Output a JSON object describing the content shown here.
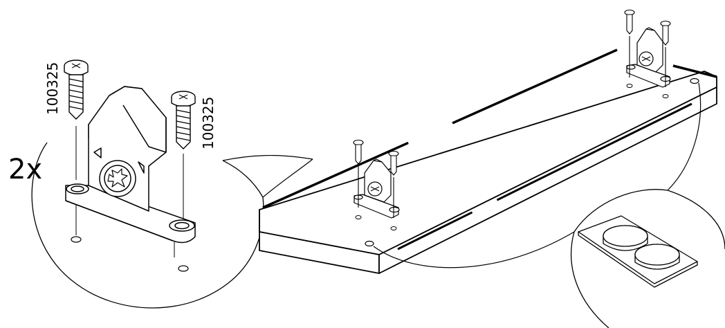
{
  "quantity_label": "2x",
  "part_number_left": "100325",
  "part_number_right": "100325",
  "colors": {
    "line": "#000000",
    "fill": "#ffffff",
    "shade": "#e8e8e8",
    "dark_shade": "#bdbdbd"
  },
  "icons": [
    "screw-icon",
    "bracket-icon",
    "felt-pad-icon"
  ]
}
